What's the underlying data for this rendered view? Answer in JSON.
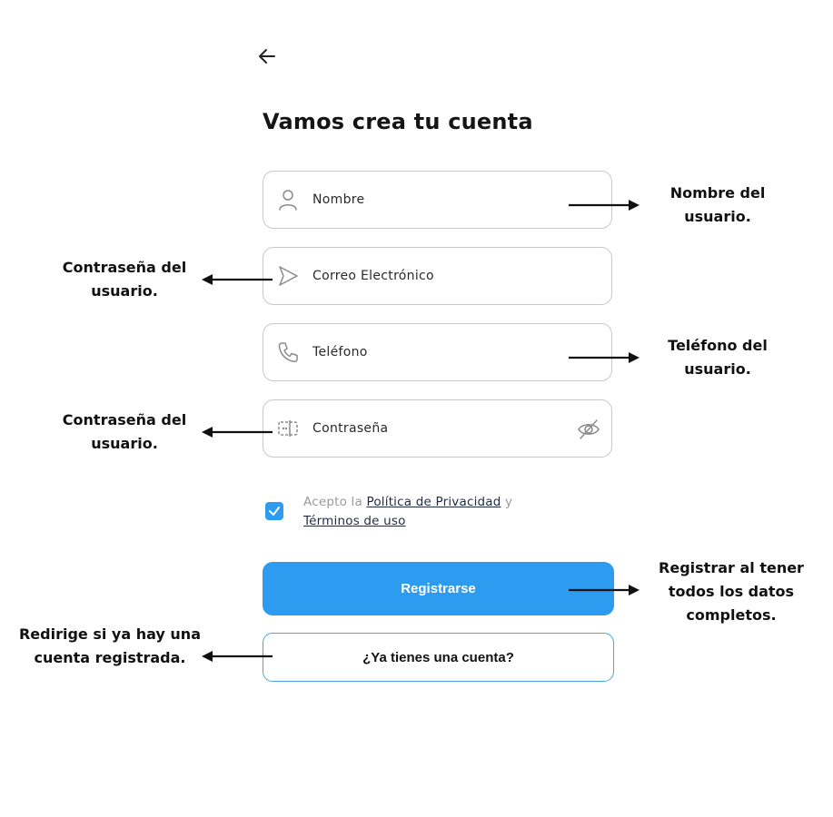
{
  "screen": {
    "title": "Vamos crea tu cuenta",
    "fields": [
      {
        "placeholder": "Nombre",
        "icon": "user-icon"
      },
      {
        "placeholder": "Correo Electrónico",
        "icon": "send-icon"
      },
      {
        "placeholder": "Teléfono",
        "icon": "phone-icon"
      },
      {
        "placeholder": "Contraseña",
        "icon": "password-icon",
        "trailing_icon": "eye-off-icon"
      }
    ],
    "terms": {
      "checked": true,
      "prefix": "Acepto la",
      "privacy_link": "Política de Privacidad",
      "joiner": "y",
      "terms_link": "Términos de uso"
    },
    "register_label": "Registrarse",
    "login_label": "¿Ya tienes una cuenta?"
  },
  "annotations": {
    "name": [
      "Nombre del",
      "usuario."
    ],
    "email": [
      "Contraseña del",
      "usuario."
    ],
    "phone": [
      "Teléfono del",
      "usuario."
    ],
    "password": [
      "Contraseña del",
      "usuario."
    ],
    "register": [
      "Registrar al tener",
      "todos los datos",
      "completos."
    ],
    "login": [
      "Redirige si ya hay una",
      "cuenta registrada."
    ]
  },
  "colors": {
    "accent": "#2d9cf0",
    "outline_button": "#46a6e6",
    "field_border": "#c9c9c9",
    "link": "#1f2a44"
  }
}
